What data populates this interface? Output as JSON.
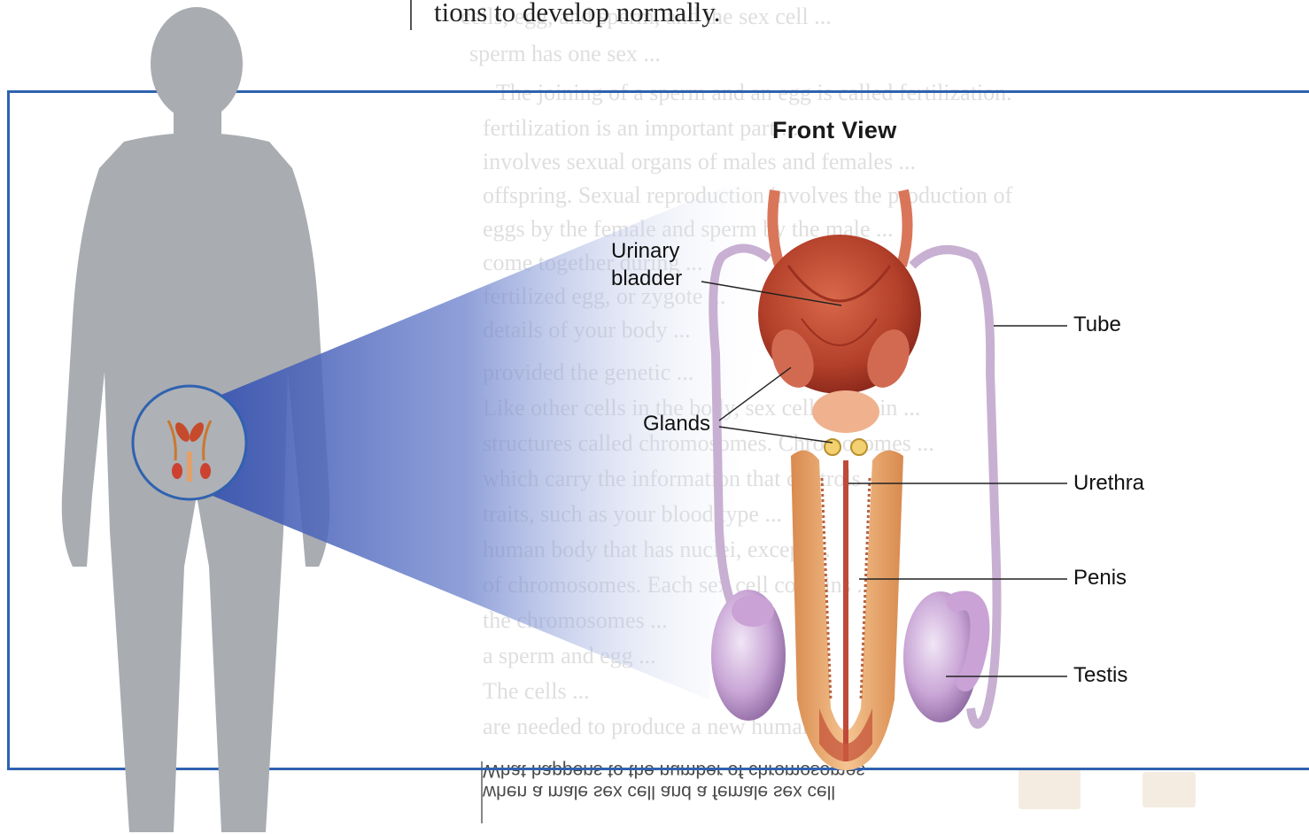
{
  "page_text": {
    "top_line": "tions to develop normally."
  },
  "figure": {
    "title": "Front View",
    "labels": {
      "urinary_bladder_line1": "Urinary",
      "urinary_bladder_line2": "bladder",
      "glands": "Glands",
      "tube": "Tube",
      "urethra": "Urethra",
      "penis": "Penis",
      "testis": "Testis"
    }
  },
  "bottom_text": {
    "question_line1": "What happens to the number of chromosomes",
    "question_line2": "when a male sex cell and a female sex cell"
  },
  "colors": {
    "frame": "#2f62b0",
    "silhouette": "#a7aaaf",
    "zoom_cone": "#4a62b8",
    "bladder": "#b8452e",
    "tube": "#c8b0d2",
    "testis": "#b58cc3",
    "penis": "#e2a06a"
  }
}
